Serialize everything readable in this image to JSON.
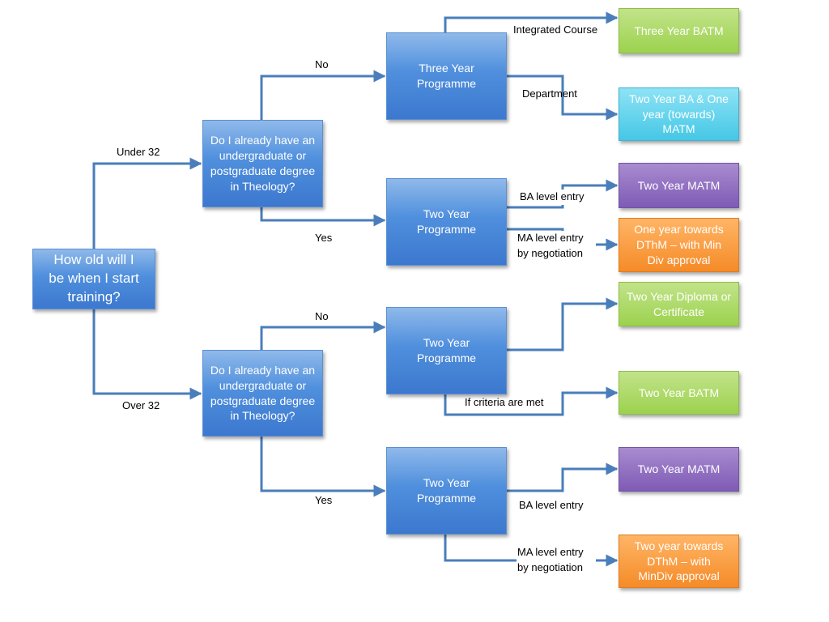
{
  "nodes": {
    "start": "How old will I be when I start training?",
    "q_under": "Do I already have an undergraduate or postgraduate degree in Theology?",
    "q_over": "Do I already have an undergraduate or postgraduate degree in Theology?",
    "p_three": "Three Year Programme",
    "p_two_a": "Two Year Programme",
    "p_two_b": "Two Year Programme",
    "p_two_c": "Two Year Programme",
    "o_batm3": "Three Year BATM",
    "o_ba2": "Two Year BA & One year (towards) MATM",
    "o_matm1": "Two Year MATM",
    "o_dthm1": "One year towards DThM – with Min Div approval",
    "o_dip": "Two Year Diploma or Certificate",
    "o_batm2": "Two Year BATM",
    "o_matm2": "Two Year MATM",
    "o_dthm2": "Two year towards DThM – with MinDiv approval"
  },
  "labels": {
    "under32": "Under 32",
    "over32": "Over 32",
    "no_a": "No",
    "yes_a": "Yes",
    "no_b": "No",
    "yes_b": "Yes",
    "integrated": "Integrated Course",
    "department": "Department",
    "ba_entry_a": "BA level entry",
    "ma_entry_a": "MA level entry by negotiation",
    "criteria": "If criteria are met",
    "ba_entry_b": "BA level entry",
    "ma_entry_b": "MA level entry by negotiation"
  },
  "colors": {
    "connector": "#4a7ebb",
    "decision": "#4f8fdd",
    "outcome_ba": "#9cd24e",
    "outcome_mixed": "#45c7e6",
    "outcome_ma": "#7e5bb5",
    "outcome_dthm": "#f58b28"
  }
}
